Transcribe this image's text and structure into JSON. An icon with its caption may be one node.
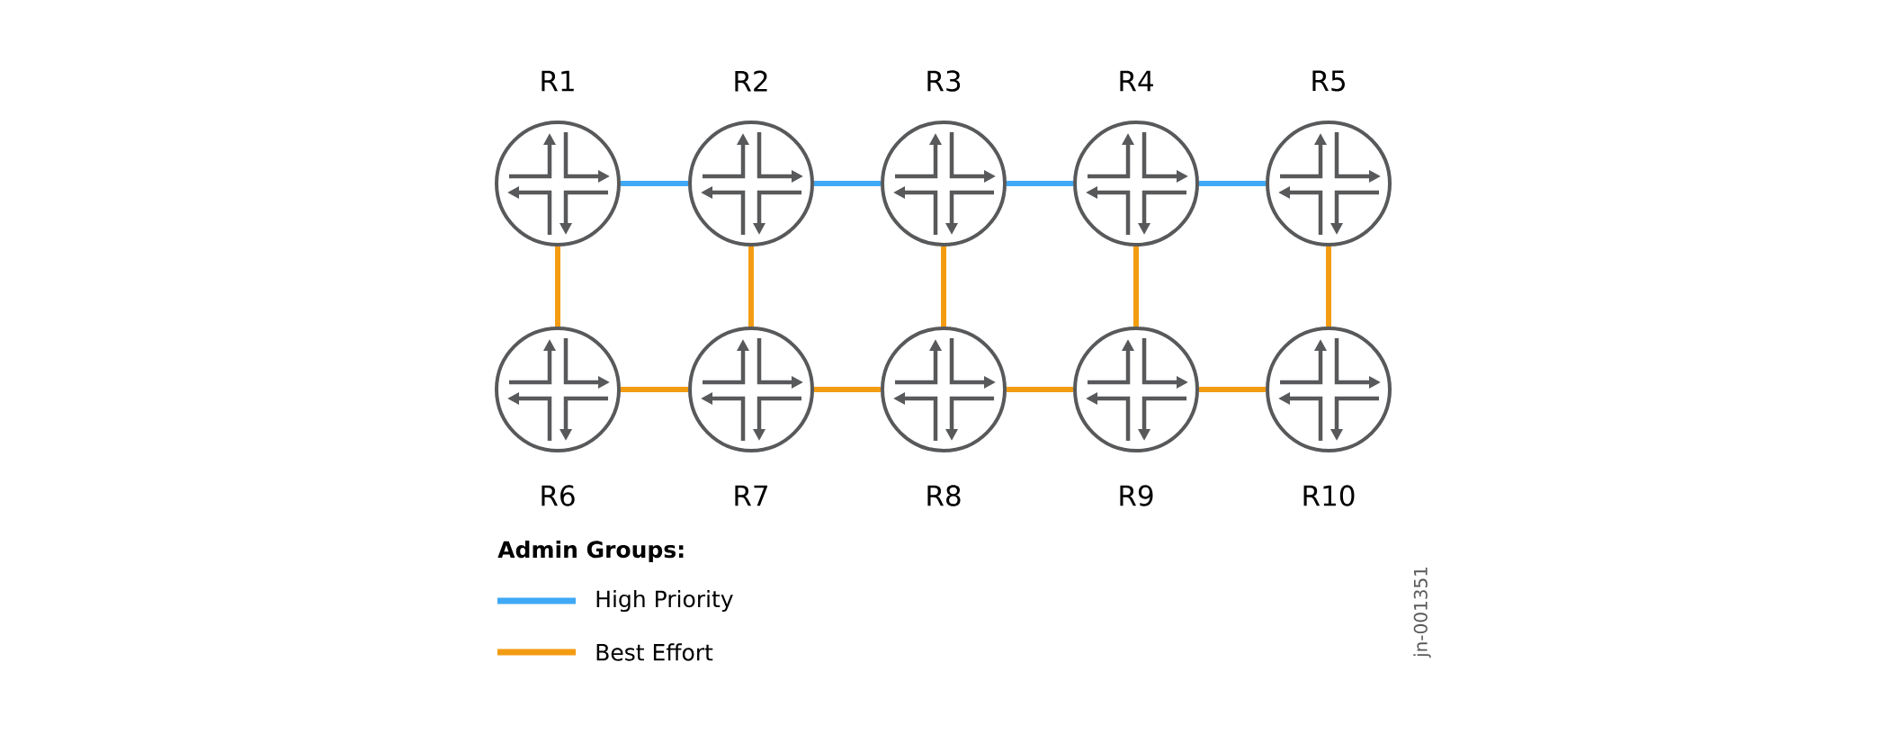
{
  "diagram": {
    "nodes": [
      {
        "text": [
          "R1"
        ]
      },
      {
        "text": [
          "R2"
        ]
      },
      {
        "text": [
          "R3"
        ]
      },
      {
        "text": [
          "R4"
        ]
      },
      {
        "text": [
          "R5"
        ]
      },
      {
        "text": [
          "R6"
        ]
      },
      {
        "text": [
          "R7"
        ]
      },
      {
        "text": [
          "R8"
        ]
      },
      {
        "text": [
          "R9"
        ]
      },
      {
        "text": [
          "R10"
        ]
      }
    ],
    "edges": [
      {
        "from": 0,
        "to": 1,
        "arrow": "none",
        "color": "#3fa9f5"
      },
      {
        "from": 1,
        "to": 2,
        "arrow": "none",
        "color": "#3fa9f5"
      },
      {
        "from": 2,
        "to": 3,
        "arrow": "none",
        "color": "#3fa9f5"
      },
      {
        "from": 3,
        "to": 4,
        "arrow": "none",
        "color": "#3fa9f5"
      },
      {
        "from": 0,
        "to": 5,
        "arrow": "none"
      },
      {
        "from": 1,
        "to": 6,
        "arrow": "none"
      },
      {
        "from": 2,
        "to": 7,
        "arrow": "none"
      },
      {
        "from": 3,
        "to": 8,
        "arrow": "none"
      },
      {
        "from": 4,
        "to": 9,
        "arrow": "none"
      },
      {
        "from": 5,
        "to": 6,
        "arrow": "none"
      },
      {
        "from": 6,
        "to": 7,
        "arrow": "none"
      },
      {
        "from": 7,
        "to": 8,
        "arrow": "none"
      },
      {
        "from": 8,
        "to": 9,
        "arrow": "none"
      }
    ],
    "labels": [
      "Admin Groups:",
      "jn-001351"
    ],
    "legend": [
      {
        "text": "High Priority",
        "color": "#3fa9f5"
      },
      {
        "text": "Best Effort",
        "color": "#f39c12"
      }
    ]
  }
}
